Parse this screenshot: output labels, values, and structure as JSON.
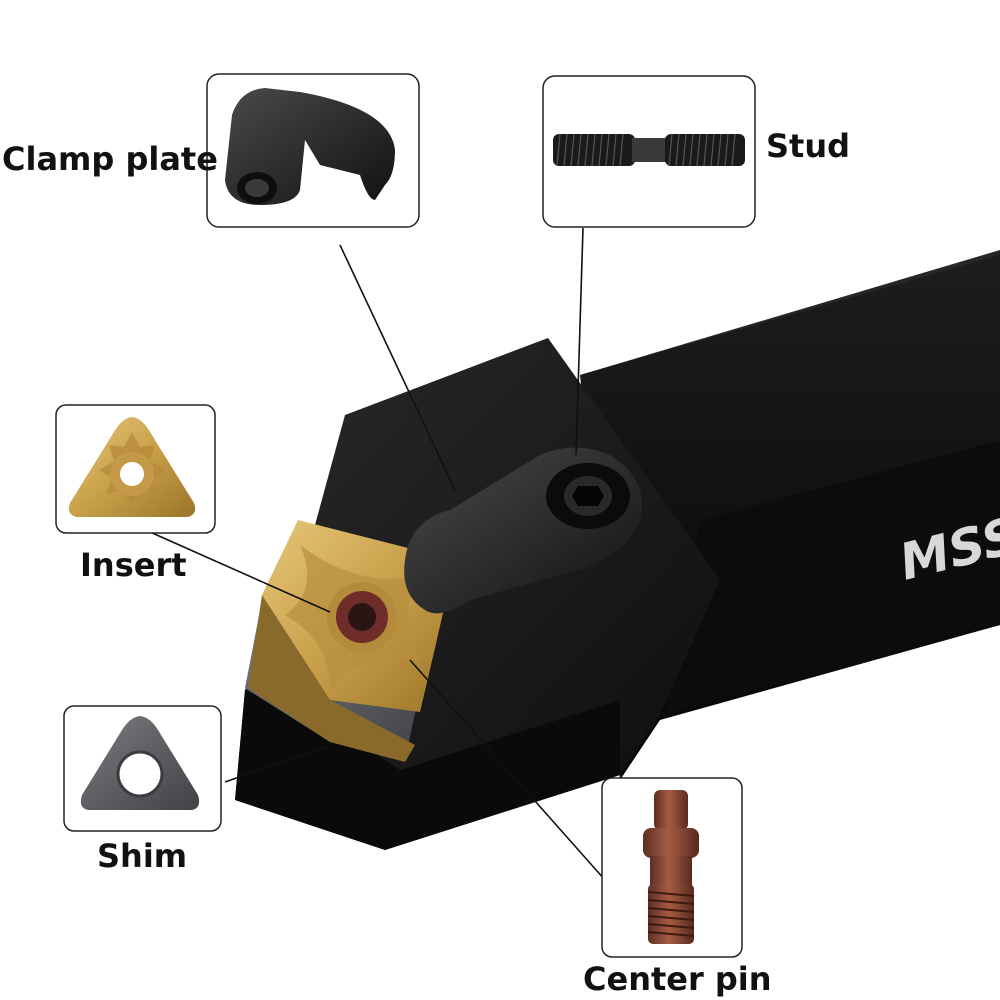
{
  "callouts": {
    "clamp_plate": "Clamp plate",
    "stud": "Stud",
    "insert": "Insert",
    "shim": "Shim",
    "center_pin": "Center pin"
  },
  "holder_marking": "MSS",
  "colors": {
    "holder_body": "#141414",
    "insert_gold": "#c9a04a",
    "shim_gray": "#5b5d60",
    "center_pin_bronze": "#8a4a36",
    "callout_border": "#222222",
    "leader_line": "#111111"
  },
  "icons": [
    "clamp-plate-icon",
    "stud-icon",
    "insert-icon",
    "shim-icon",
    "center-pin-icon"
  ]
}
